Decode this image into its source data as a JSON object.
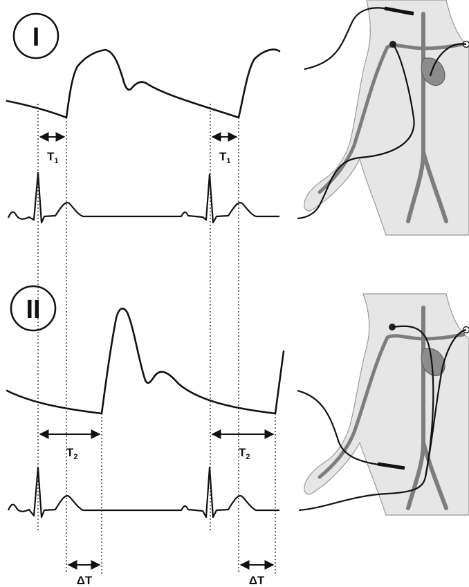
{
  "panels": [
    {
      "id": "I",
      "numeral": "I",
      "interval": "T",
      "interval_sub": "1"
    },
    {
      "id": "II",
      "numeral": "II",
      "interval": "T",
      "interval_sub": "2"
    }
  ],
  "delta_label": "ΔT"
}
